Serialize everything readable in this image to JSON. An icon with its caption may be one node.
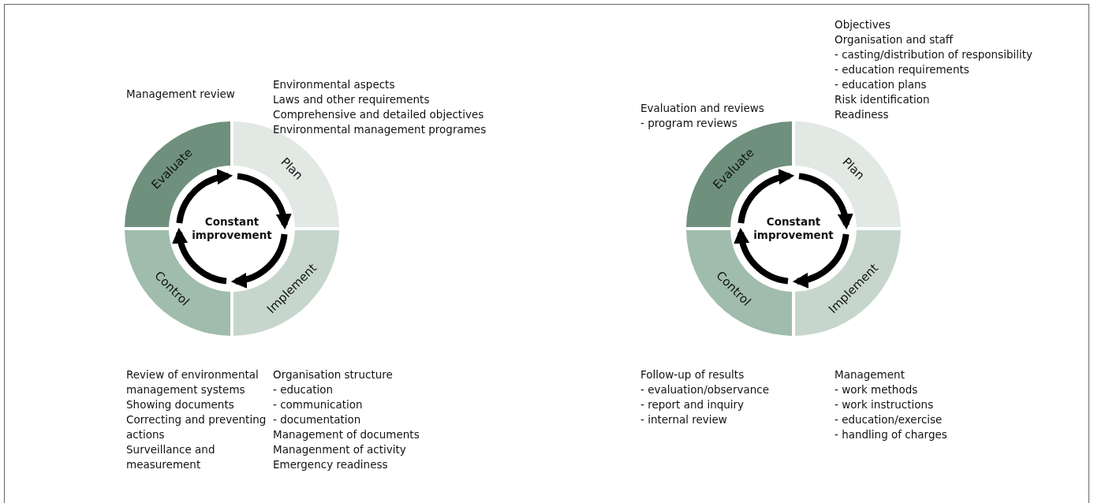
{
  "diagram": {
    "nodes": [
      {
        "text": [
          "Evaluate"
        ],
        "beside": [
          "Management review"
        ]
      },
      {
        "text": [
          "Plan"
        ],
        "beside": [
          "Environmental aspects",
          "Laws and other requirements",
          "Comprehensive and detailed objectives",
          "Environmental management programes"
        ]
      },
      {
        "text": [
          "Implement"
        ],
        "beside": [
          "Organisation structure",
          "- education",
          "- communication",
          "- documentation",
          "Management of documents",
          "Managenment of activity",
          "Emergency readiness"
        ]
      },
      {
        "text": [
          "Control"
        ],
        "beside": [
          "Review of environmental management systems",
          "Showing documents",
          "Correcting and preventing actions",
          "Surveillance and measurement"
        ]
      },
      {
        "text": [
          "Constant improvement"
        ]
      },
      {
        "text": [
          "Evaluate"
        ],
        "beside": [
          "Evaluation and reviews",
          "- program reviews"
        ]
      },
      {
        "text": [
          "Plan"
        ],
        "beside": [
          "Objectives",
          "Organisation and staff",
          "- casting/distribution of responsibility",
          "- education requirements",
          "- education plans",
          "Risk identification",
          "Readiness"
        ]
      },
      {
        "text": [
          "Implement"
        ],
        "beside": [
          "Management",
          "- work methods",
          "- work instructions",
          "- education/exercise",
          "- handling of charges"
        ]
      },
      {
        "text": [
          "Control"
        ],
        "beside": [
          "Follow-up of results",
          "- evaluation/observance",
          "- report and inquiry",
          "- internal review"
        ]
      },
      {
        "text": [
          "Constant improvement"
        ]
      }
    ],
    "edges": [
      {
        "from": 0,
        "to": 1,
        "arrow": "to"
      },
      {
        "from": 1,
        "to": 2,
        "arrow": "to"
      },
      {
        "from": 2,
        "to": 3,
        "arrow": "to"
      },
      {
        "from": 3,
        "to": 0,
        "arrow": "to"
      },
      {
        "from": 5,
        "to": 6,
        "arrow": "to"
      },
      {
        "from": 6,
        "to": 7,
        "arrow": "to"
      },
      {
        "from": 7,
        "to": 8,
        "arrow": "to"
      },
      {
        "from": 8,
        "to": 5,
        "arrow": "to"
      }
    ]
  }
}
